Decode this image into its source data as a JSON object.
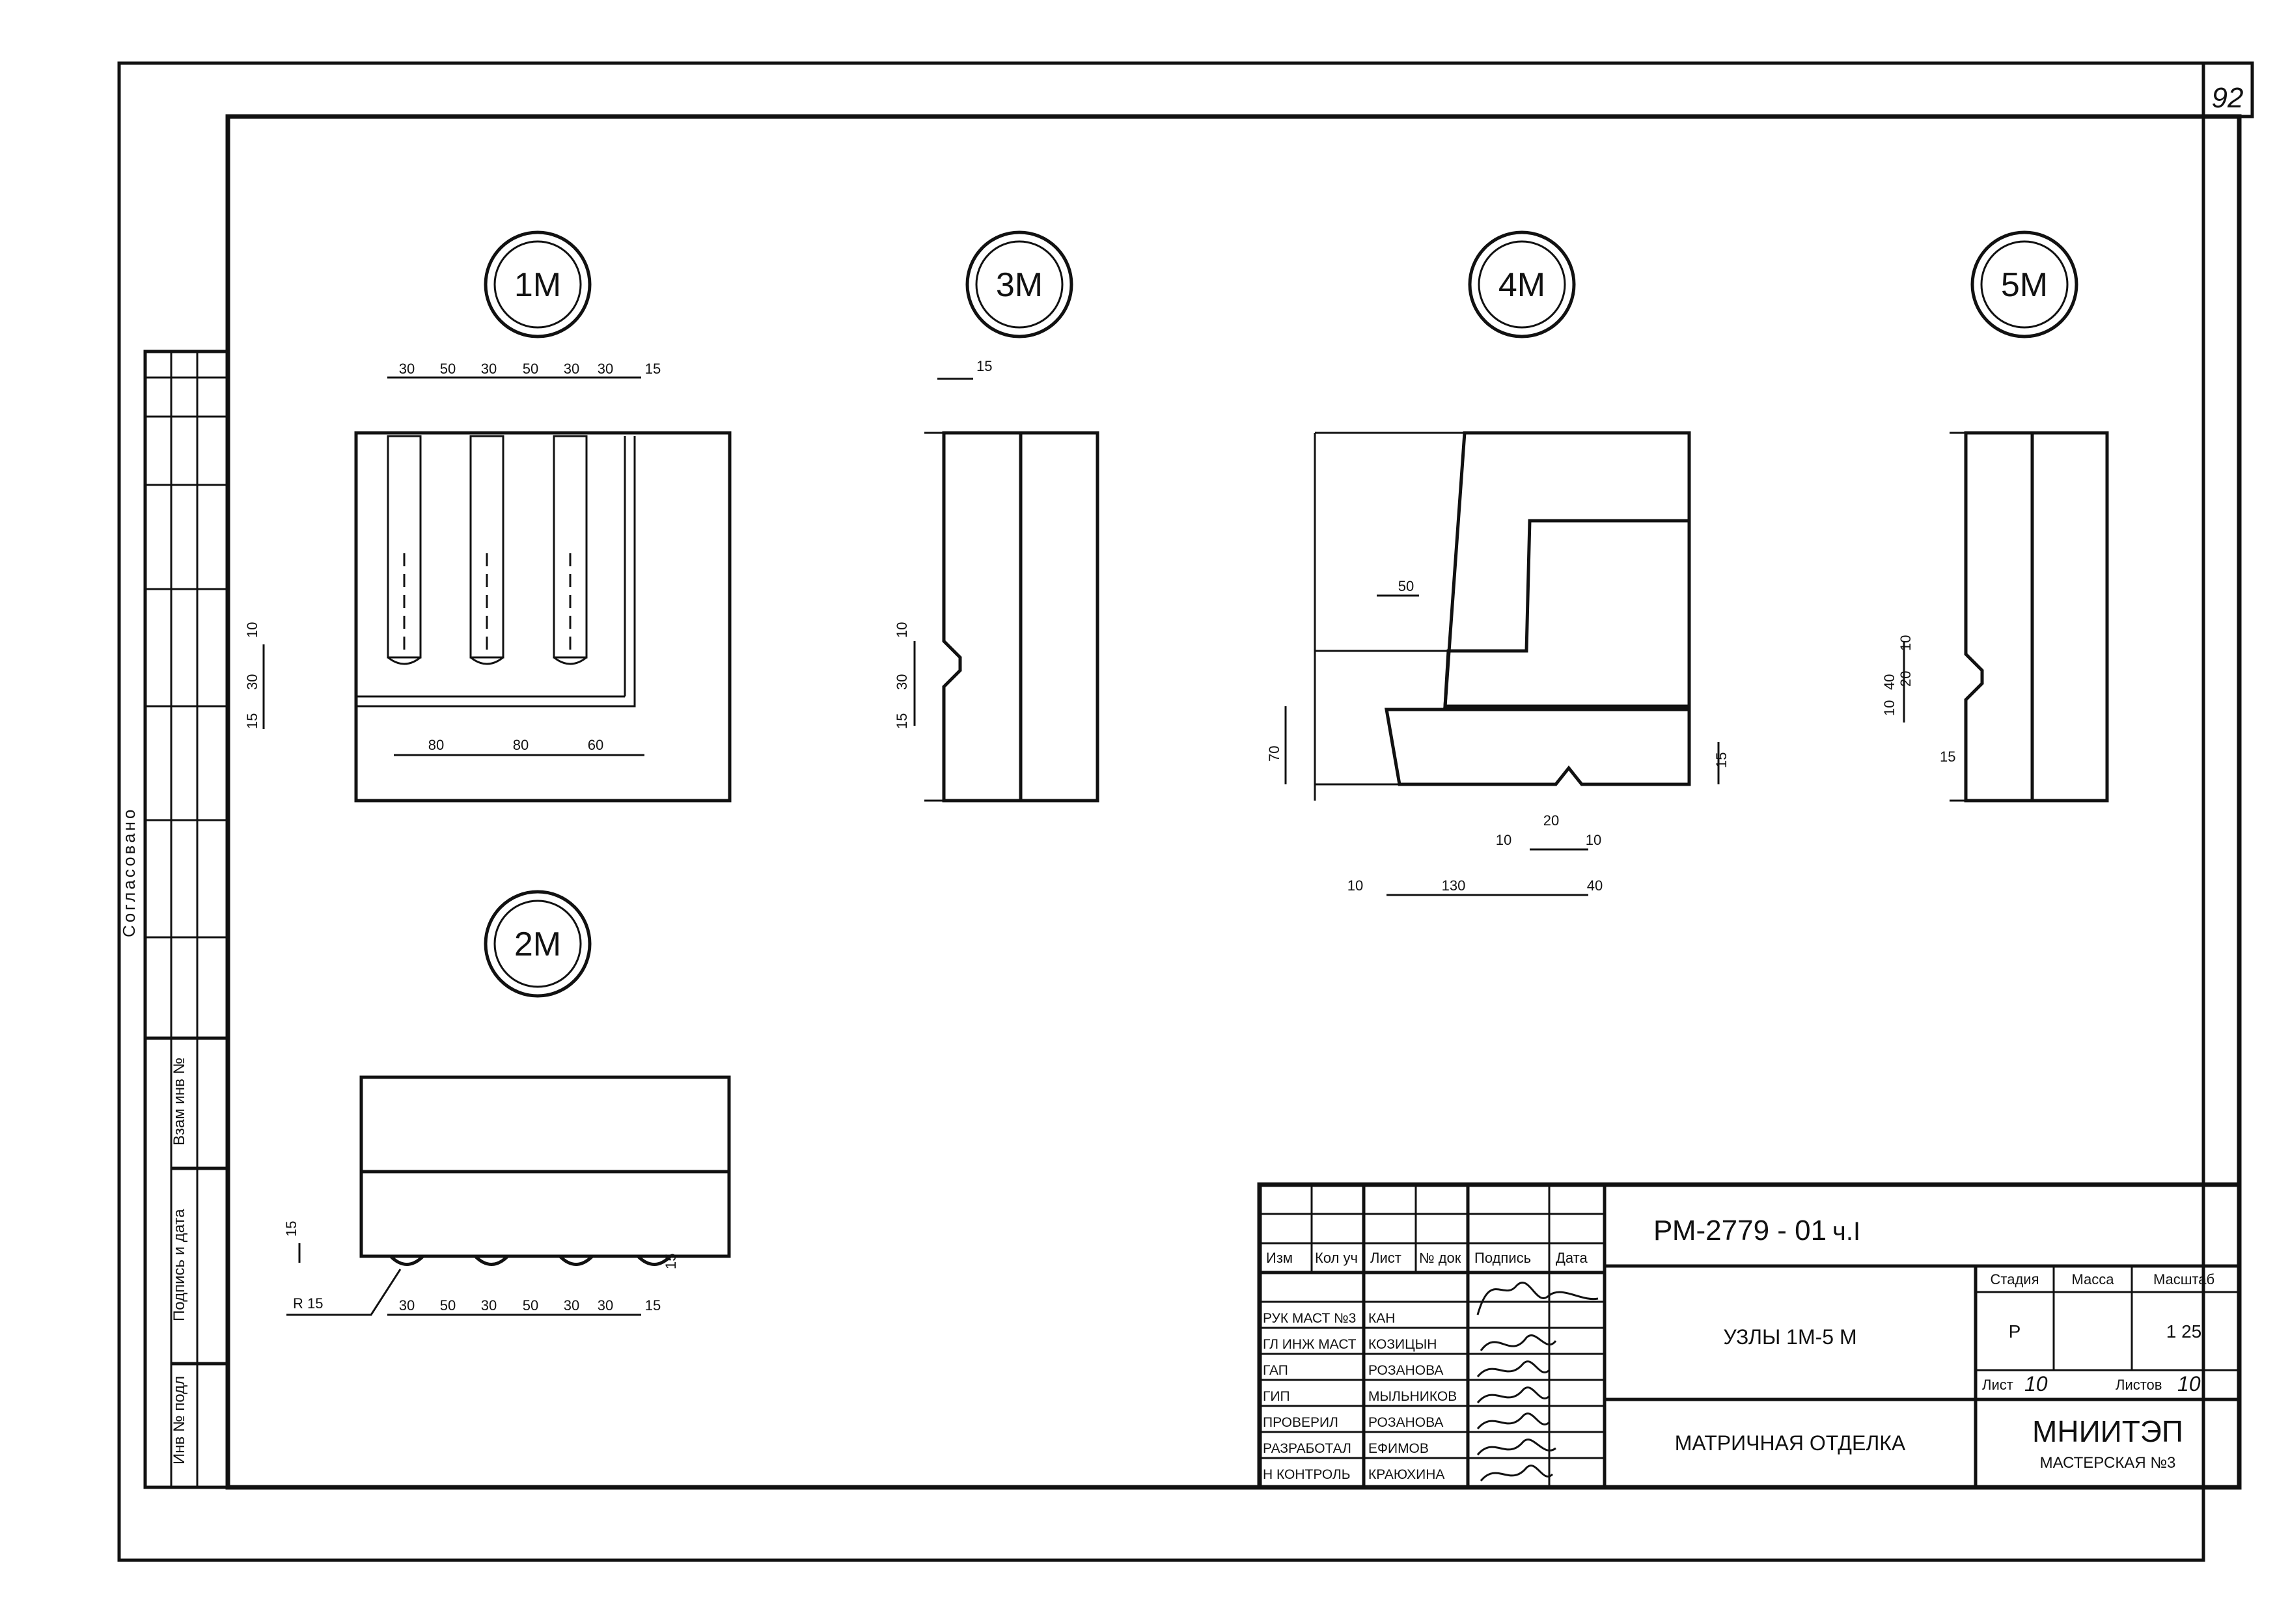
{
  "sheet_number": "92",
  "side_stamp": {
    "agreed": "Согласовано",
    "swap_inv": "Взам инв №",
    "sign_date": "Подпись и дата",
    "inv_orig": "Инв № подл"
  },
  "details": [
    {
      "id": "1М",
      "dims_top": [
        "30",
        "50",
        "30",
        "50",
        "30",
        "30",
        "15"
      ],
      "dims_bottom": [
        "80",
        "80",
        "60"
      ],
      "dims_left": [
        "10",
        "30",
        "15"
      ]
    },
    {
      "id": "2М",
      "dims_bottom": [
        "30",
        "50",
        "30",
        "50",
        "30",
        "30",
        "15"
      ],
      "dims_left": [
        "15"
      ],
      "dims_right": [
        "15"
      ],
      "radius_label": "R 15"
    },
    {
      "id": "3М",
      "dims_top": [
        "15"
      ],
      "dims_left": [
        "10",
        "30",
        "15"
      ]
    },
    {
      "id": "4М",
      "dims_misc": [
        "50",
        "70",
        "15",
        "20",
        "10",
        "10",
        "10",
        "130",
        "40"
      ]
    },
    {
      "id": "5М",
      "dims_left": [
        "10",
        "20",
        "40",
        "10"
      ],
      "dims_misc": [
        "15"
      ]
    }
  ],
  "title_block": {
    "doc_code": "РМ-2779 - 01",
    "doc_part": "ч.I",
    "drawing_title": "УЗЛЫ 1М-5 М",
    "sheet_subject": "МАТРИЧНАЯ ОТДЕЛКА",
    "org_name": "МНИИТЭП",
    "org_unit": "МАСТЕРСКАЯ №3",
    "headers": {
      "izm": "Изм",
      "kol_uch": "Кол уч",
      "list": "Лист",
      "n_dok": "№ док",
      "podpis": "Подпись",
      "data": "Дата",
      "stadiya": "Стадия",
      "massa": "Масса",
      "masshtab": "Масштаб",
      "list_label": "Лист",
      "listov_label": "Листов"
    },
    "values": {
      "stadiya": "Р",
      "masshtab": "1  25",
      "list_no": "10",
      "listov_no": "10"
    },
    "roles": [
      {
        "role": "РУК МАСТ №3",
        "name": "КАН"
      },
      {
        "role": "ГЛ ИНЖ МАСТ",
        "name": "КОЗИЦЫН"
      },
      {
        "role": "ГАП",
        "name": "РОЗАНОВА"
      },
      {
        "role": "ГИП",
        "name": "МЫЛЬНИКОВ"
      },
      {
        "role": "ПРОВЕРИЛ",
        "name": "РОЗАНОВА"
      },
      {
        "role": "РАЗРАБОТАЛ",
        "name": "ЕФИМОВ"
      },
      {
        "role": "Н КОНТРОЛЬ",
        "name": "КРАЮХИНА"
      }
    ]
  }
}
